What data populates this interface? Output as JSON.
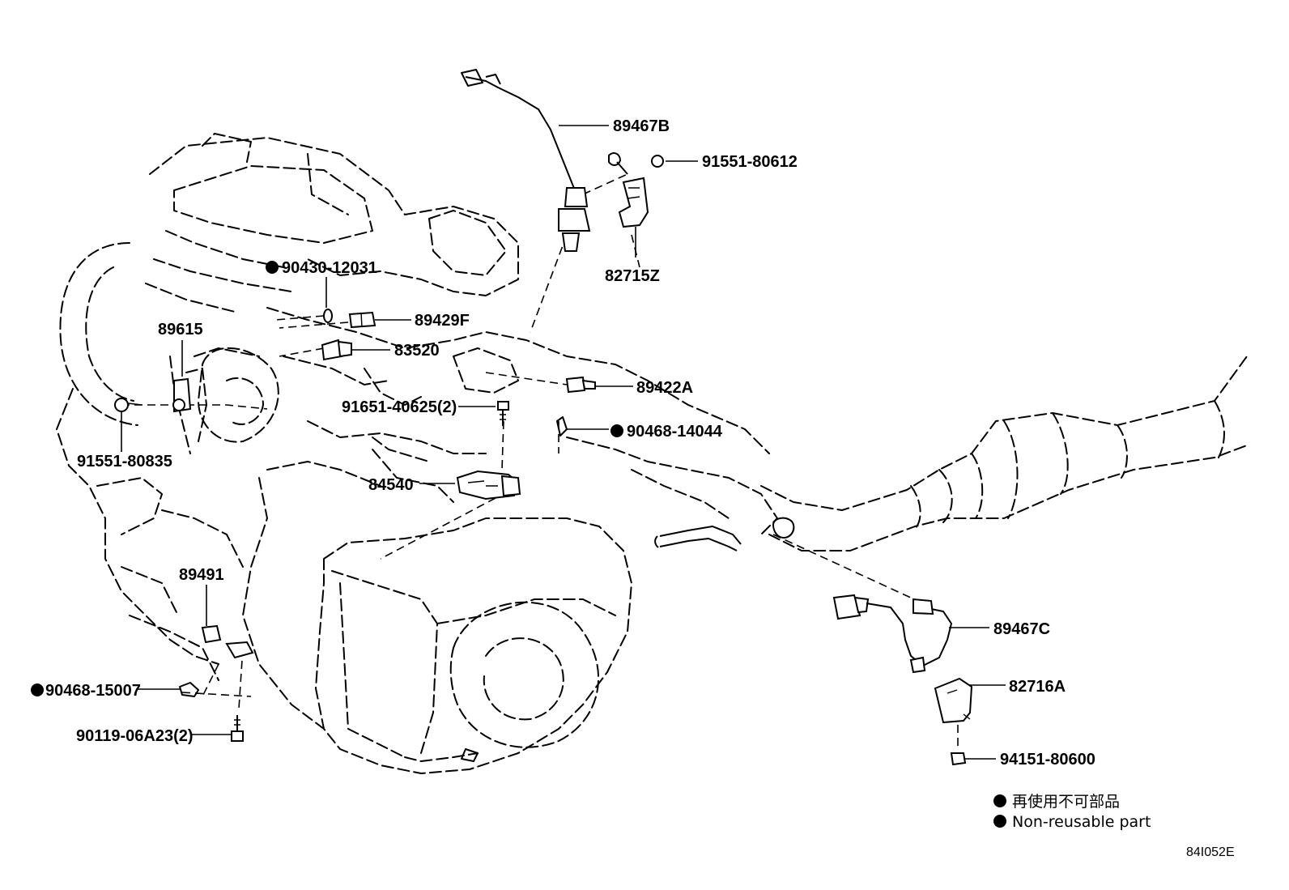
{
  "parts": {
    "p89467B": "89467B",
    "p91551_80612": "91551-80612",
    "p82715Z": "82715Z",
    "p90430_12031": "90430-12031",
    "p89429F": "89429F",
    "p89615": "89615",
    "p83520": "83520",
    "p89422A": "89422A",
    "p91651_40625": "91651-40625(2)",
    "p90468_14044": "90468-14044",
    "p91551_80835": "91551-80835",
    "p84540": "84540",
    "p89491": "89491",
    "p89467C": "89467C",
    "p82716A": "82716A",
    "p90468_15007": "90468-15007",
    "p90119_06A23": "90119-06A23(2)",
    "p94151_80600": "94151-80600"
  },
  "legend": {
    "jp": "再使用不可部品",
    "en": "Non-reusable part"
  },
  "diagram_code": "84I052E"
}
